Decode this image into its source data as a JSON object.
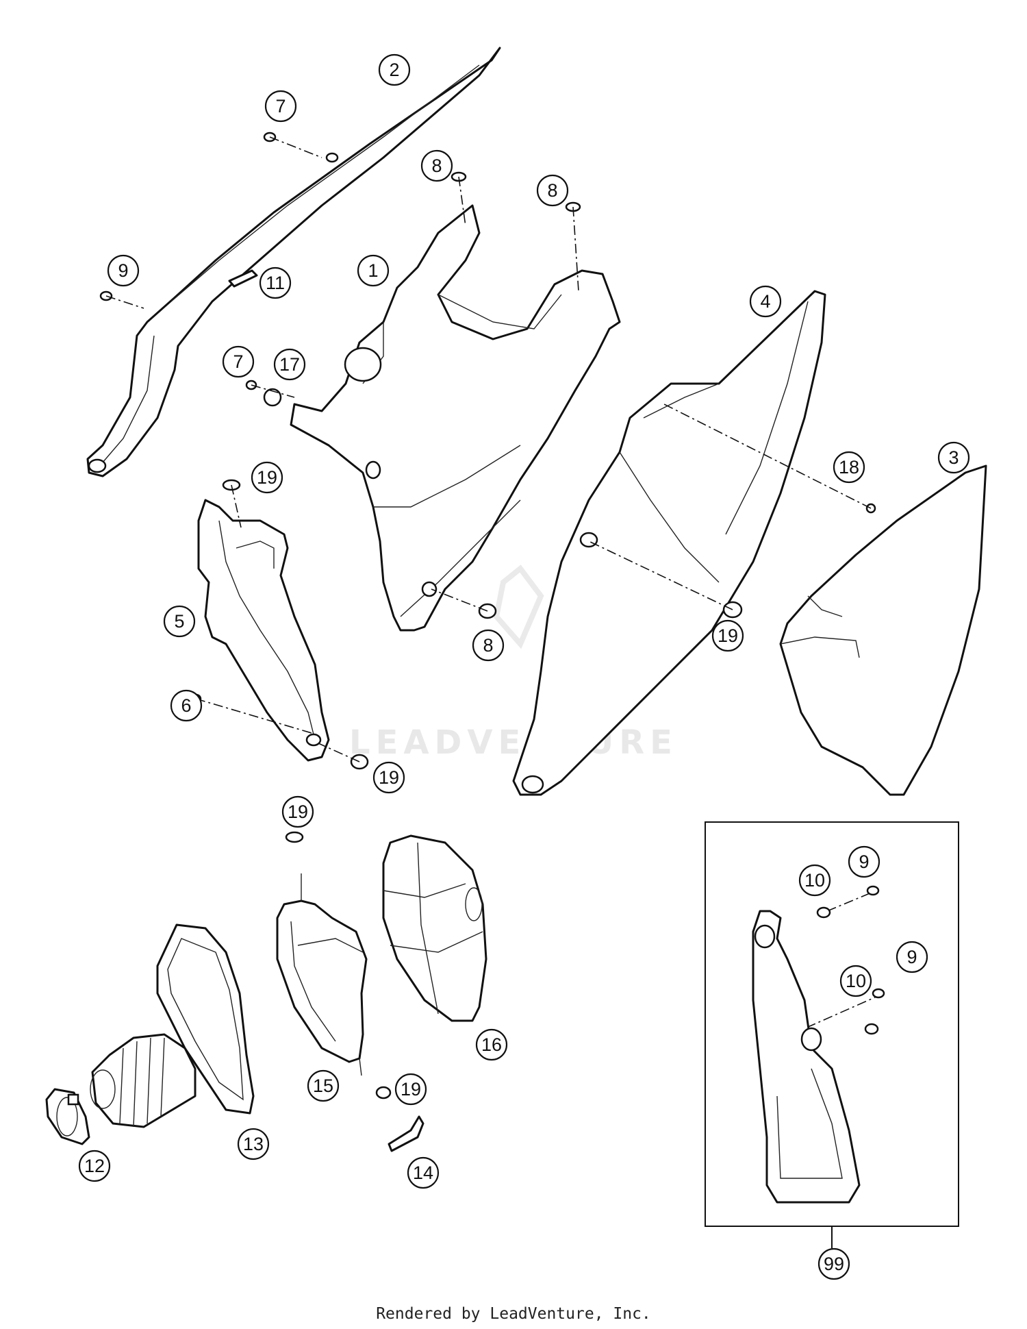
{
  "watermark": "LEADVENTURE",
  "credit": "Rendered by LeadVenture, Inc.",
  "callouts": [
    {
      "label": "2"
    },
    {
      "label": "7"
    },
    {
      "label": "8"
    },
    {
      "label": "8"
    },
    {
      "label": "9"
    },
    {
      "label": "11"
    },
    {
      "label": "1"
    },
    {
      "label": "4"
    },
    {
      "label": "7"
    },
    {
      "label": "17"
    },
    {
      "label": "18"
    },
    {
      "label": "3"
    },
    {
      "label": "19"
    },
    {
      "label": "5"
    },
    {
      "label": "8"
    },
    {
      "label": "19"
    },
    {
      "label": "6"
    },
    {
      "label": "19"
    },
    {
      "label": "19"
    },
    {
      "label": "16"
    },
    {
      "label": "15"
    },
    {
      "label": "19"
    },
    {
      "label": "13"
    },
    {
      "label": "12"
    },
    {
      "label": "14"
    },
    {
      "label": "10"
    },
    {
      "label": "9"
    },
    {
      "label": "10"
    },
    {
      "label": "9"
    },
    {
      "label": "99"
    }
  ]
}
